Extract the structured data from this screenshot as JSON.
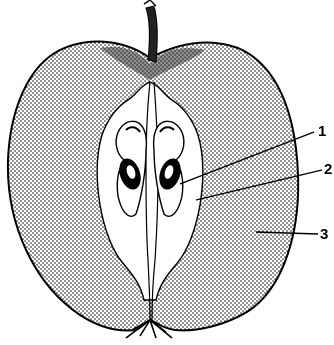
{
  "labels": [
    {
      "id": "label-1",
      "text": "1"
    },
    {
      "id": "label-2",
      "text": "2"
    },
    {
      "id": "label-3",
      "text": "3"
    }
  ]
}
